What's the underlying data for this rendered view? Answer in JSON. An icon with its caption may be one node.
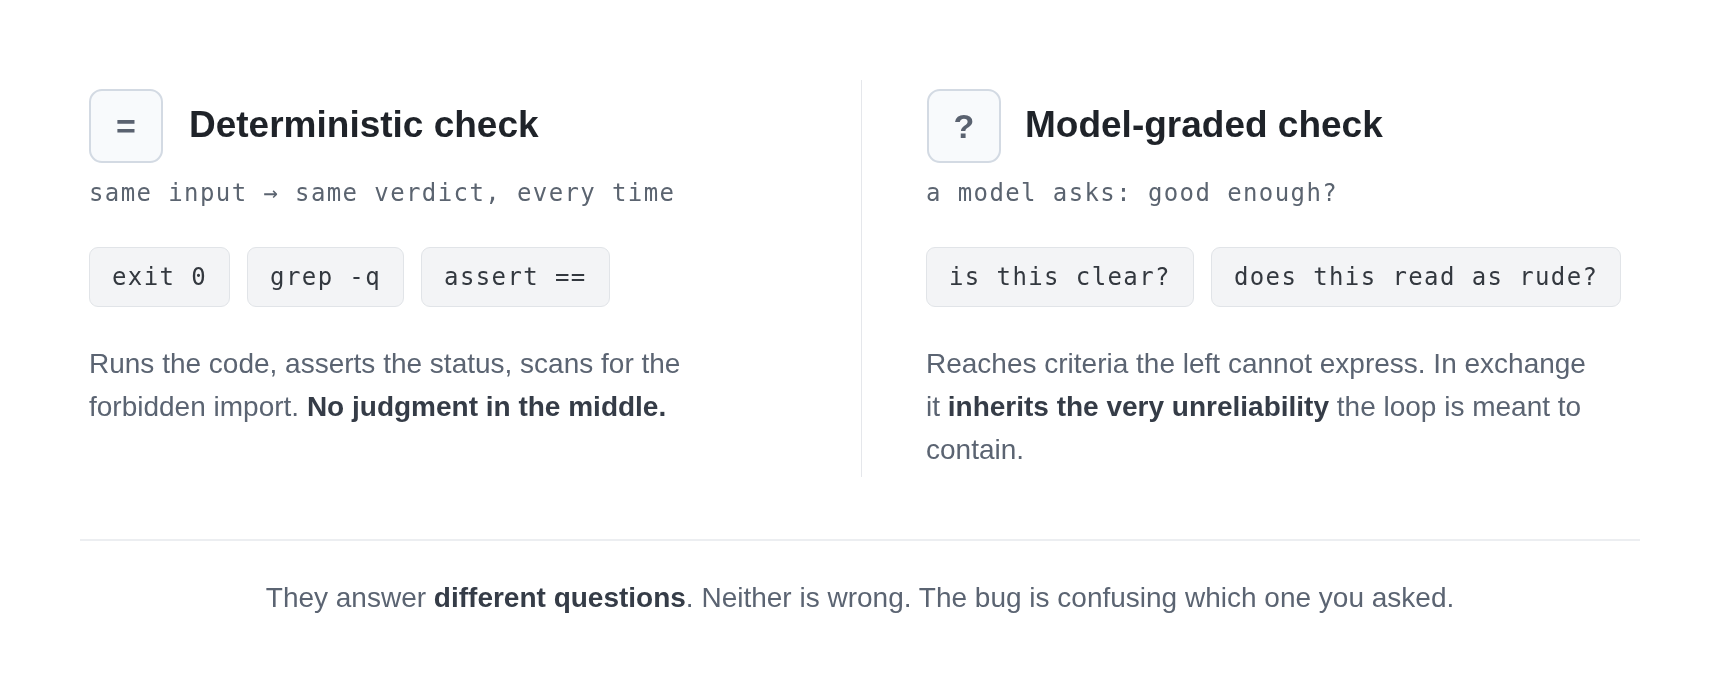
{
  "diagram": {
    "nodes": [
      {
        "text": [
          "="
        ],
        "beside": [
          "Deterministic check"
        ]
      },
      {
        "text": [
          "exit 0"
        ]
      },
      {
        "text": [
          "grep -q"
        ]
      },
      {
        "text": [
          "assert =="
        ]
      },
      {
        "text": [
          "?"
        ],
        "beside": [
          "Model-graded check"
        ]
      },
      {
        "text": [
          "is this clear?"
        ]
      },
      {
        "text": [
          "does this read as rude?"
        ]
      }
    ],
    "labels": [
      "same input → same verdict, every time",
      "Runs the code, asserts the status, scans for the forbidden import. **No judgment in the middle.**",
      "a model asks: good enough?",
      "Reaches criteria the left cannot express. In exchange it **inherits the very unreliability** the loop is meant to contain.",
      "They answer **different questions**. Neither is wrong. The bug is confusing which one you asked."
    ]
  }
}
